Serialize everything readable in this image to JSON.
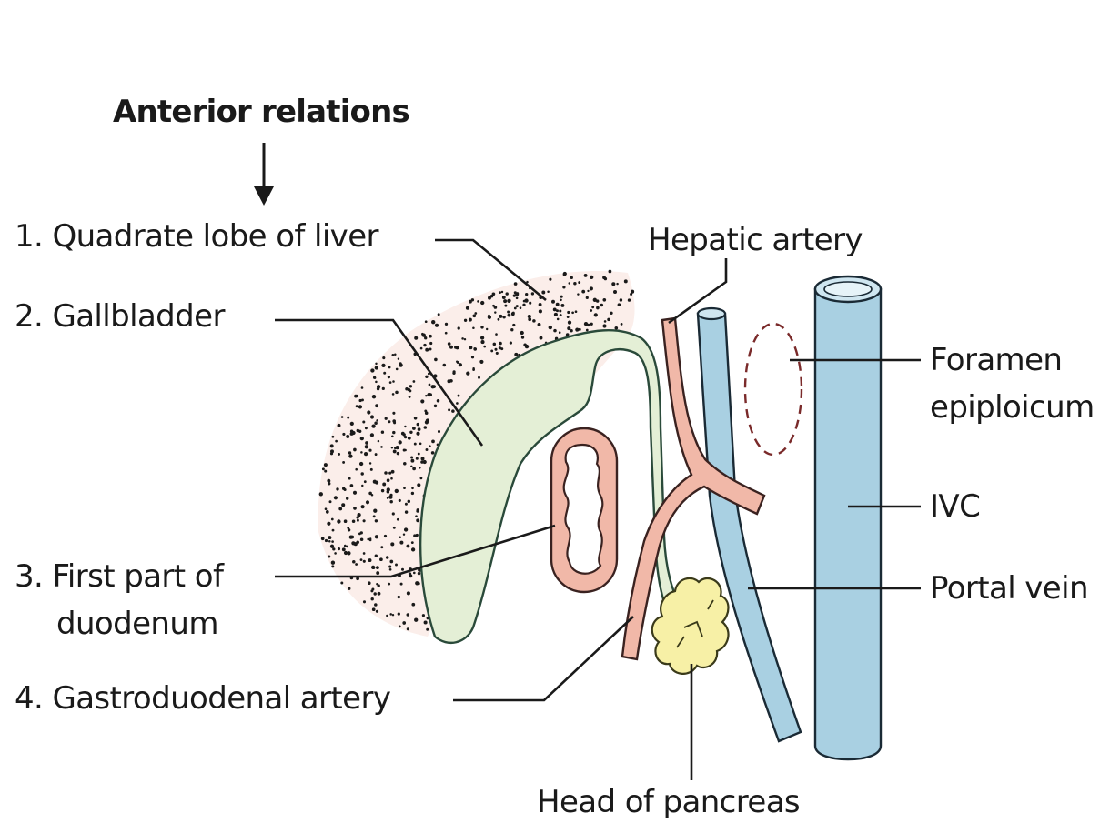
{
  "heading": "Anterior relations",
  "relations": [
    "1. Quadrate lobe of liver",
    "2. Gallbladder",
    "3. First part of",
    "duodenum",
    "4. Gastroduodenal artery"
  ],
  "structures": {
    "hepatic_artery": "Hepatic artery",
    "foramen_line1": "Foramen",
    "foramen_line2": "epiploicum",
    "ivc": "IVC",
    "portal_vein": "Portal vein",
    "head_of_pancreas": "Head of pancreas"
  },
  "colors": {
    "liver_dots": "#1a1a1a",
    "liver_tint": "#fbeeea",
    "gallbladder": "#e4efd6",
    "artery": "#f1b8a8",
    "vein": "#a9d0e2",
    "pancreas": "#f7f0a6",
    "outline": "#1a1a1a"
  }
}
